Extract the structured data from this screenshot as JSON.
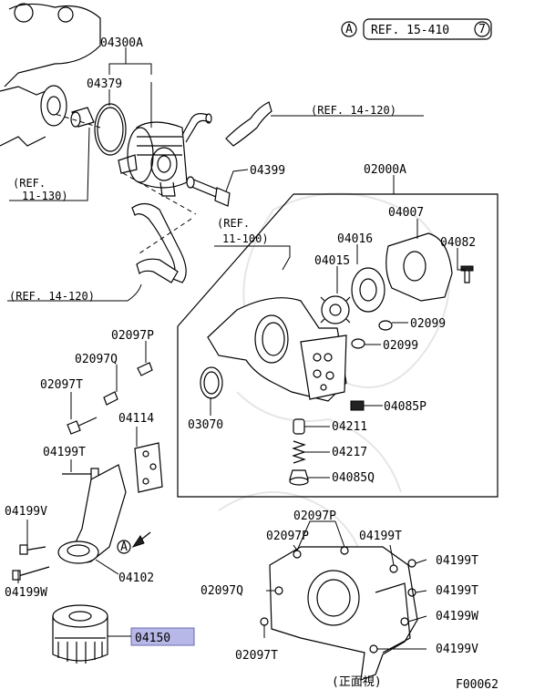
{
  "header": {
    "circle_letter": "A",
    "ref_top": "REF. 15-410",
    "ref_top_circle": "7"
  },
  "refs": {
    "ref_14_120_top": "(REF. 14-120)",
    "ref_11_130_line1": "(REF.",
    "ref_11_130_line2": "11-130)",
    "ref_11_100_line1": "(REF.",
    "ref_11_100_line2": "11-100)",
    "ref_14_120_left": "(REF. 14-120)"
  },
  "labels": {
    "p04300A": "04300A",
    "p04379": "04379",
    "p04399": "04399",
    "p02000A": "02000A",
    "p04007": "04007",
    "p04016": "04016",
    "p04082": "04082",
    "p04015": "04015",
    "p02099_a": "02099",
    "p02099_b": "02099",
    "p03070": "03070",
    "p04085P": "04085P",
    "p04211": "04211",
    "p04217": "04217",
    "p04085Q": "04085Q",
    "p02097P_left": "02097P",
    "p02097Q_left": "02097Q",
    "p02097T_left": "02097T",
    "p04114": "04114",
    "p04199T_left": "04199T",
    "p04199V_left": "04199V",
    "p04199W_left": "04199W",
    "p04102": "04102",
    "p04150": "04150",
    "p02097P_front_top": "02097P",
    "p02097P_front": "02097P",
    "p04199T_front_top": "04199T",
    "p04199T_front_r1": "04199T",
    "p04199T_front_r2": "04199T",
    "p04199W_front": "04199W",
    "p04199V_front": "04199V",
    "p02097Q_front": "02097Q",
    "p02097T_front": "02097T"
  },
  "footer": {
    "front_view_caption": "(正面視)",
    "figure_id": "F00062"
  },
  "colors": {
    "highlight_fill": "#b8b8e8",
    "highlight_stroke": "#6a6ab0",
    "line": "#000000"
  },
  "icons": [
    "arrow-icon",
    "circle-a-icon"
  ]
}
